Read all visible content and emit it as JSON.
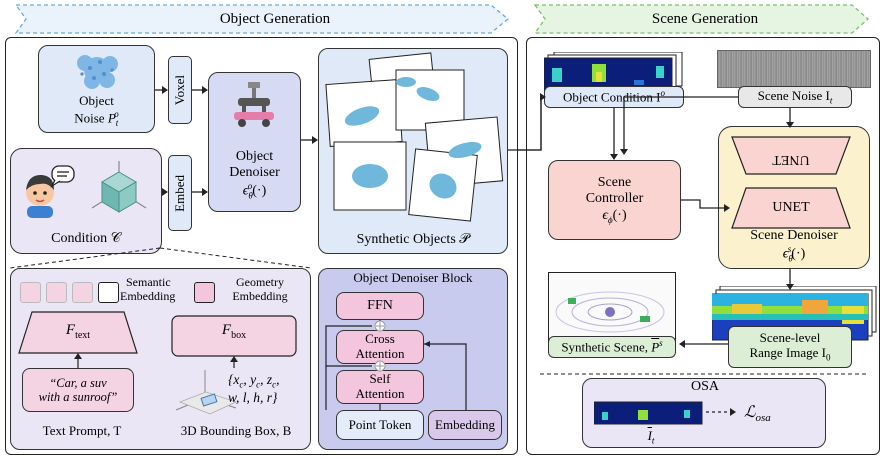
{
  "headers": {
    "object_generation": "Object Generation",
    "scene_generation": "Scene Generation"
  },
  "object_panel": {
    "object_noise": "Object Noise P",
    "object_noise_sub": "t",
    "object_noise_sup": "o",
    "voxel": "Voxel",
    "embed": "Embed",
    "object_denoiser_line1": "Object",
    "object_denoiser_line2": "Denoiser",
    "object_denoiser_formula": "ϵ",
    "condition_label": "Condition 𝒞",
    "synthetic_objects_label": "Synthetic Objects 𝒫",
    "semantic_embedding_1": "Semantic",
    "semantic_embedding_2": "Embedding",
    "geometry_embedding_1": "Geometry",
    "geometry_embedding_2": "Embedding",
    "f_text": "F",
    "f_text_sub": "text",
    "f_box": "F",
    "f_box_sub": "box",
    "prompt_quote_1": "“Car, a suv",
    "prompt_quote_2": "with a sunroof”",
    "bbox_params_1": "{x",
    "bbox_params_2": "w, l, h, r}",
    "text_prompt_label": "Text Prompt, T",
    "bbox_label": "3D Bounding Box, B",
    "block_title": "Object Denoiser Block",
    "ffn": "FFN",
    "cross_attention_1": "Cross",
    "cross_attention_2": "Attention",
    "self_attention_1": "Self",
    "self_attention_2": "Attention",
    "point_token": "Point Token",
    "embedding": "Embedding"
  },
  "scene_panel": {
    "object_condition": "Object Condition I",
    "scene_noise": "Scene Noise I",
    "scene_controller_1": "Scene",
    "scene_controller_2": "Controller",
    "unet_flipped": "UNET",
    "unet": "UNET",
    "scene_denoiser": "Scene Denoiser",
    "synthetic_scene": "Synthetic Scene, ",
    "range_image_1": "Scene-level",
    "range_image_2": "Range Image I",
    "osa_title": "OSA",
    "osa_loss": "ℒ"
  },
  "colors": {
    "header_object_bg": "#eaf2fb",
    "header_scene_bg": "#e6f5e2",
    "light_blue": "#dfe9f7",
    "purple_light": "#ebe6f6",
    "lavender": "#d9d9f1",
    "pink": "#f8d6e6",
    "salmon": "#f9d4d0",
    "cream": "#fbf1cc",
    "green_light": "#dcefd6",
    "block_bg": "#c9cbee"
  }
}
